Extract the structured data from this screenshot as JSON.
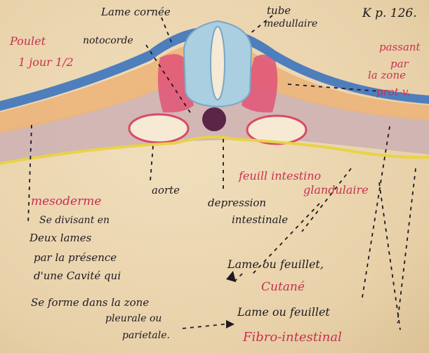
{
  "labels": {
    "ref": "K p. 126.",
    "lame_cornee": "Lame cornée",
    "tube_line1": "tube",
    "tube_line2": "medullaire",
    "notocorde": "notocorde",
    "poulet_line1": "Poulet",
    "poulet_line2": "1 jour 1/2",
    "passage_line1": "passant",
    "passage_line2": "par",
    "passage_line3": "la zone",
    "passage_line4": "prot-v.",
    "aorte": "aorte",
    "depression_line1": "depression",
    "depression_line2": "intestinale",
    "feuillet_line1": "feuill intestino",
    "feuillet_line2": "glandulaire",
    "mesoderme": "mesoderme",
    "meso_line1": "Se divisant en",
    "meso_line2": "Deux lames",
    "meso_line3": "par la présence",
    "meso_line4": "d'une Cavité qui",
    "meso_line5": "Se forme dans la zone",
    "meso_line6": "pleurale ou",
    "meso_line7": "parietale.",
    "lame_cutane_line1": "Lame ou feuillet,",
    "lame_cutane_line2": "Cutané",
    "lame_fibro_line1": "Lame ou feuillet",
    "lame_fibro_line2": "Fibro-intestinal"
  },
  "colors": {
    "ink": "#1d1a22",
    "red_ink": "#c8304f",
    "ectoderm_blue": "#4f7ebd",
    "neural_tube_blue": "#a9cfe0",
    "mesoderm_orange": "#ecb57b",
    "mesoderm_red": "#e05a78",
    "endoderm_yellow": "#e9d24a",
    "notochord_purple": "#5a2547",
    "lower_mauve": "#cdb0b4"
  }
}
